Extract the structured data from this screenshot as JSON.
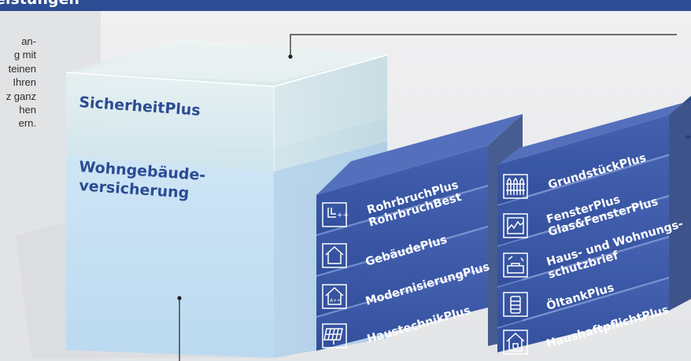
{
  "header": {
    "title": "eistungen"
  },
  "intro": {
    "lines": [
      "an-",
      "g mit",
      "teinen",
      "Ihren",
      "z ganz",
      "hen",
      "ern."
    ]
  },
  "stack": {
    "top_label": "SicherheitPlus",
    "base_label_line1": "Wohngebäude-",
    "base_label_line2": "versicherung"
  },
  "left_column": [
    {
      "line1": "RohrbruchPlus",
      "line2": "RohrbruchBest",
      "icon": "pipe-icon"
    },
    {
      "line1": "GebäudePlus",
      "line2": "",
      "icon": "house-icon"
    },
    {
      "line1": "ModernisierungPlus",
      "line2": "",
      "icon": "energy-house-icon"
    },
    {
      "line1": "HaustechnikPlus",
      "line2": "",
      "icon": "solar-panel-icon"
    }
  ],
  "right_column": [
    {
      "line1": "GrundstückPlus",
      "line2": "",
      "icon": "fence-icon"
    },
    {
      "line1": "FensterPlus",
      "line2": "Glas&FensterPlus",
      "icon": "broken-window-icon"
    },
    {
      "line1": "Haus- und Wohnungs-",
      "line2": "schutzbrief",
      "icon": "toolbox-icon"
    },
    {
      "line1": "ÖltankPlus",
      "line2": "",
      "icon": "oil-tank-icon"
    },
    {
      "line1": "HaushaftpflichtPlus",
      "line2": "",
      "icon": "house-shield-icon"
    }
  ],
  "colors": {
    "header": "#2c4c93",
    "label_blue": "#2c4c93",
    "bar_blue": "#3c59a6",
    "glass_light": "#dcecef",
    "base_light": "#c6e2f4"
  }
}
